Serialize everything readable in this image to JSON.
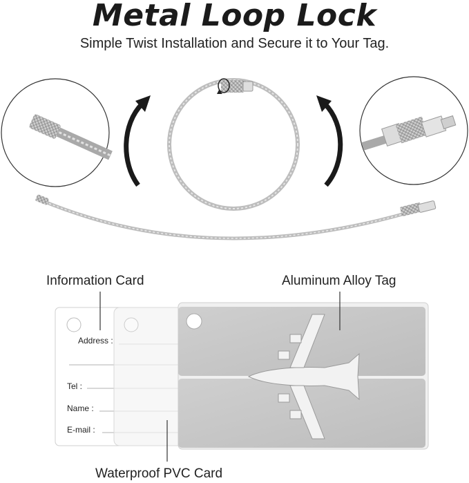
{
  "header": {
    "title": "Metal Loop Lock",
    "subtitle": "Simple Twist Installation and Secure it to Your Tag."
  },
  "callouts": {
    "information_card": "Information Card",
    "aluminum_tag": "Aluminum Alloy Tag",
    "pvc_card": "Waterproof PVC Card"
  },
  "info_card_fields": {
    "address": "Address :",
    "tel": "Tel :",
    "name": "Name :",
    "email": "E-mail :"
  },
  "colors": {
    "steel": "#b8b8b8",
    "aluminum": "#c9c9c9",
    "arrow": "#1a1a1a"
  }
}
